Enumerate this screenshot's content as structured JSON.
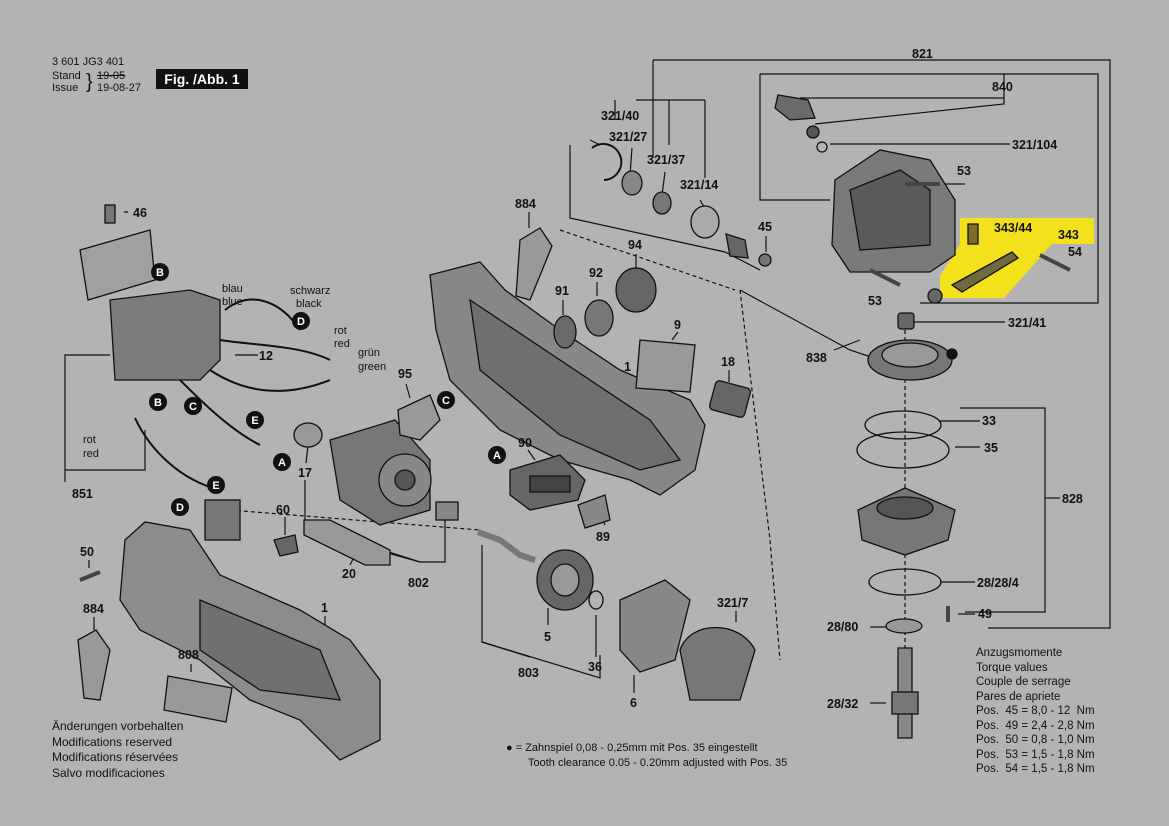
{
  "header": {
    "doc_number": "3 601 JG3 401",
    "stand_label": "Stand",
    "issue_label": "Issue",
    "stand_date": "19-05",
    "issue_date": "19-08-27",
    "figure_label": "Fig. /Abb. 1"
  },
  "part_labels": {
    "p821": "821",
    "p840": "840",
    "p321_104": "321/104",
    "p53a": "53",
    "p53b": "53",
    "p343_44": "343/44",
    "p343": "343",
    "p54": "54",
    "p321_41": "321/41",
    "p838": "838",
    "p321_40": "321/40",
    "p321_27": "321/27",
    "p321_37": "321/37",
    "p321_14": "321/14",
    "p45": "45",
    "p884a": "884",
    "p94": "94",
    "p92": "92",
    "p91": "91",
    "p9": "9",
    "p1a": "1",
    "p18": "18",
    "p33": "33",
    "p35": "35",
    "p828": "828",
    "p28_28_4": "28/28/4",
    "p49": "49",
    "p28_80": "28/80",
    "p28_32": "28/32",
    "p46": "46",
    "p12": "12",
    "p95": "95",
    "p17": "17",
    "p90": "90",
    "p89": "89",
    "p60": "60",
    "p20": "20",
    "p802": "802",
    "p851": "851",
    "p50": "50",
    "p884b": "884",
    "p808": "808",
    "p1b": "1",
    "p5": "5",
    "p36": "36",
    "p803": "803",
    "p321_7": "321/7",
    "p6": "6"
  },
  "wire_labels": {
    "blau": "blau",
    "blue": "blue",
    "schwarz": "schwarz",
    "black": "black",
    "rot1": "rot",
    "red1": "red",
    "gruen": "grün",
    "green": "green",
    "rot2": "rot",
    "red2": "red"
  },
  "connectors": {
    "A": "A",
    "B": "B",
    "C": "C",
    "D": "D",
    "E": "E"
  },
  "notes": {
    "line1": "Änderungen vorbehalten",
    "line2": "Modifications reserved",
    "line3": "Modifications réservées",
    "line4": "Salvo modificaciones"
  },
  "tooth_clearance": {
    "marker": "● =",
    "de": "Zahnspiel 0,08 - 0,25mm mit Pos. 35 eingestellt",
    "en": "Tooth clearance 0.05 - 0.20mm adjusted with Pos. 35"
  },
  "torque": {
    "title_de": "Anzugsmomente",
    "title_en": "Torque values",
    "title_fr": "Couple de serrage",
    "title_es": "Pares de apriete",
    "rows": [
      "Pos.  45 = 8,0 - 12  Nm",
      "Pos.  49 = 2,4 - 2,8 Nm",
      "Pos.  50 = 0,8 - 1,0 Nm",
      "Pos.  53 = 1,5 - 1,8 Nm",
      "Pos.  54 = 1,5 - 1,8 Nm"
    ]
  },
  "colors": {
    "background": "#b3b3b3",
    "highlight": "#f3e21b",
    "ink": "#111111"
  }
}
